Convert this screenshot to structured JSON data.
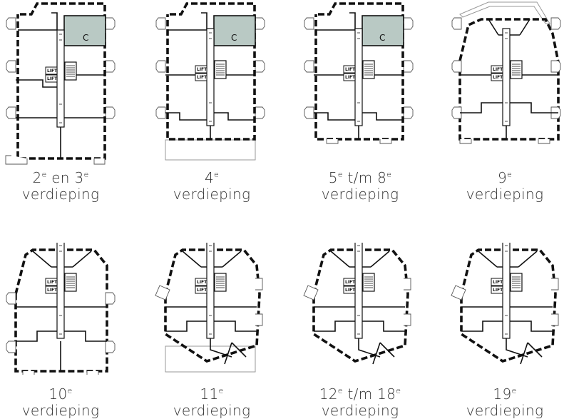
{
  "floors": [
    {
      "num": "2",
      "sup": "e",
      "tail": " en 3",
      "tail_sup": "e",
      "line2": "verdieping",
      "lift_label": "LIFT",
      "unit_label": "C"
    },
    {
      "num": "4",
      "sup": "e",
      "tail": "",
      "tail_sup": "",
      "line2": "verdieping",
      "lift_label": "LIFT",
      "unit_label": "C"
    },
    {
      "num": "5",
      "sup": "e",
      "tail": " t/m 8",
      "tail_sup": "e",
      "line2": "verdieping",
      "lift_label": "LIFT",
      "unit_label": "C"
    },
    {
      "num": "9",
      "sup": "e",
      "tail": "",
      "tail_sup": "",
      "line2": "verdieping",
      "lift_label": "LIFT"
    },
    {
      "num": "10",
      "sup": "e",
      "tail": "",
      "tail_sup": "",
      "line2": "verdieping",
      "lift_label": "LIFT"
    },
    {
      "num": "11",
      "sup": "e",
      "tail": "",
      "tail_sup": "",
      "line2": "verdieping",
      "lift_label": "LIFT"
    },
    {
      "num": "12",
      "sup": "e",
      "tail": " t/m 18",
      "tail_sup": "e",
      "line2": "verdieping",
      "lift_label": "LIFT"
    },
    {
      "num": "19",
      "sup": "e",
      "tail": "",
      "tail_sup": "",
      "line2": "verdieping",
      "lift_label": "LIFT"
    }
  ],
  "colors": {
    "highlight_unit": "#b9c9c4",
    "walls": "#111111",
    "caption_text": "#333333"
  }
}
